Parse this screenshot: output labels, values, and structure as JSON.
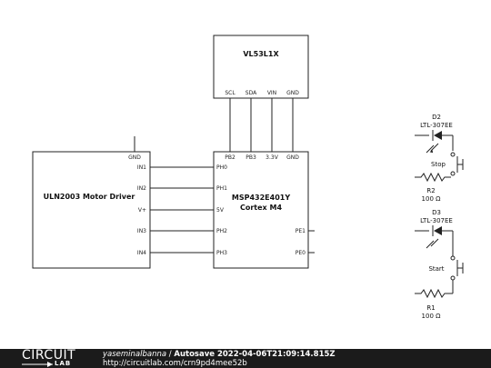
{
  "schematic": {
    "sensor": {
      "name": "VL53L1X",
      "pins": [
        "SCL",
        "SDA",
        "VIN",
        "GND"
      ]
    },
    "mcu": {
      "name_line1": "MSP432E401Y",
      "name_line2": "Cortex M4",
      "top_pins": [
        "PB2",
        "PB3",
        "3.3V",
        "GND"
      ],
      "left_pins": [
        "PH0",
        "PH1",
        "5V",
        "PH2",
        "PH3"
      ],
      "right_pins": [
        "PE1",
        "PE0"
      ]
    },
    "driver": {
      "name": "ULN2003 Motor Driver",
      "gnd": "GND",
      "pins": [
        "IN1",
        "IN2",
        "V+",
        "IN3",
        "IN4"
      ]
    },
    "d2": {
      "ref": "D2",
      "part": "LTL-307EE"
    },
    "stop_switch": {
      "label": "Stop"
    },
    "r2": {
      "ref": "R2",
      "value": "100 Ω"
    },
    "d3": {
      "ref": "D3",
      "part": "LTL-307EE"
    },
    "start_switch": {
      "label": "Start"
    },
    "r1": {
      "ref": "R1",
      "value": "100 Ω"
    }
  },
  "footer": {
    "logo_word": "CIRCUIT",
    "logo_sub": "LAB",
    "user": "yaseminalbanna",
    "separator": " / ",
    "autosave": "Autosave 2022-04-06T21:09:14.815Z",
    "url": "http://circuitlab.com/crn9pd4mee52b"
  }
}
